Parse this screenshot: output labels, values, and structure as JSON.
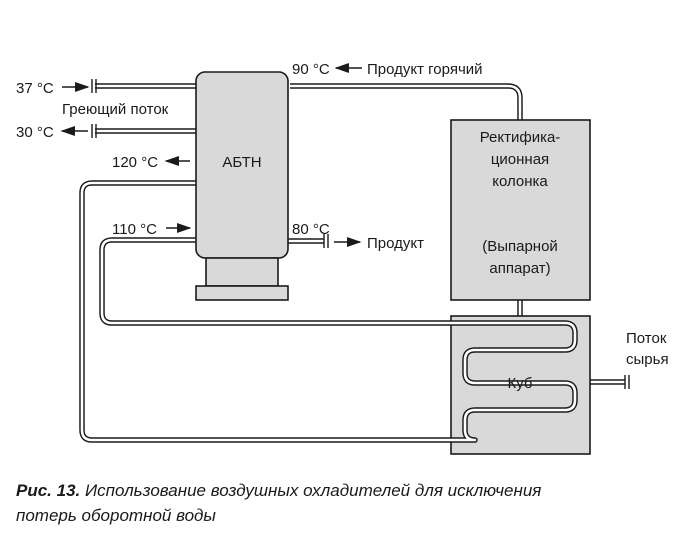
{
  "labels": {
    "t37": "37 °C",
    "heating_flow": "Греющий поток",
    "t30": "30 °C",
    "t120": "120 °C",
    "t110": "110 °C",
    "t90": "90 °C",
    "hot_product": "Продукт горячий",
    "t80": "80 °C",
    "product": "Продукт",
    "abtn": "АБТН",
    "column_l1": "Ректифика-",
    "column_l2": "ционная",
    "column_l3": "колонка",
    "evap_l1": "(Выпарной",
    "evap_l2": "аппарат)",
    "kub": "Куб",
    "feed_l1": "Поток",
    "feed_l2": "сырья"
  },
  "caption": {
    "number": "Рис. 13.",
    "text_l1": " Использование воздушных охладителей для исключения",
    "text_l2": "потерь оборотной воды"
  }
}
